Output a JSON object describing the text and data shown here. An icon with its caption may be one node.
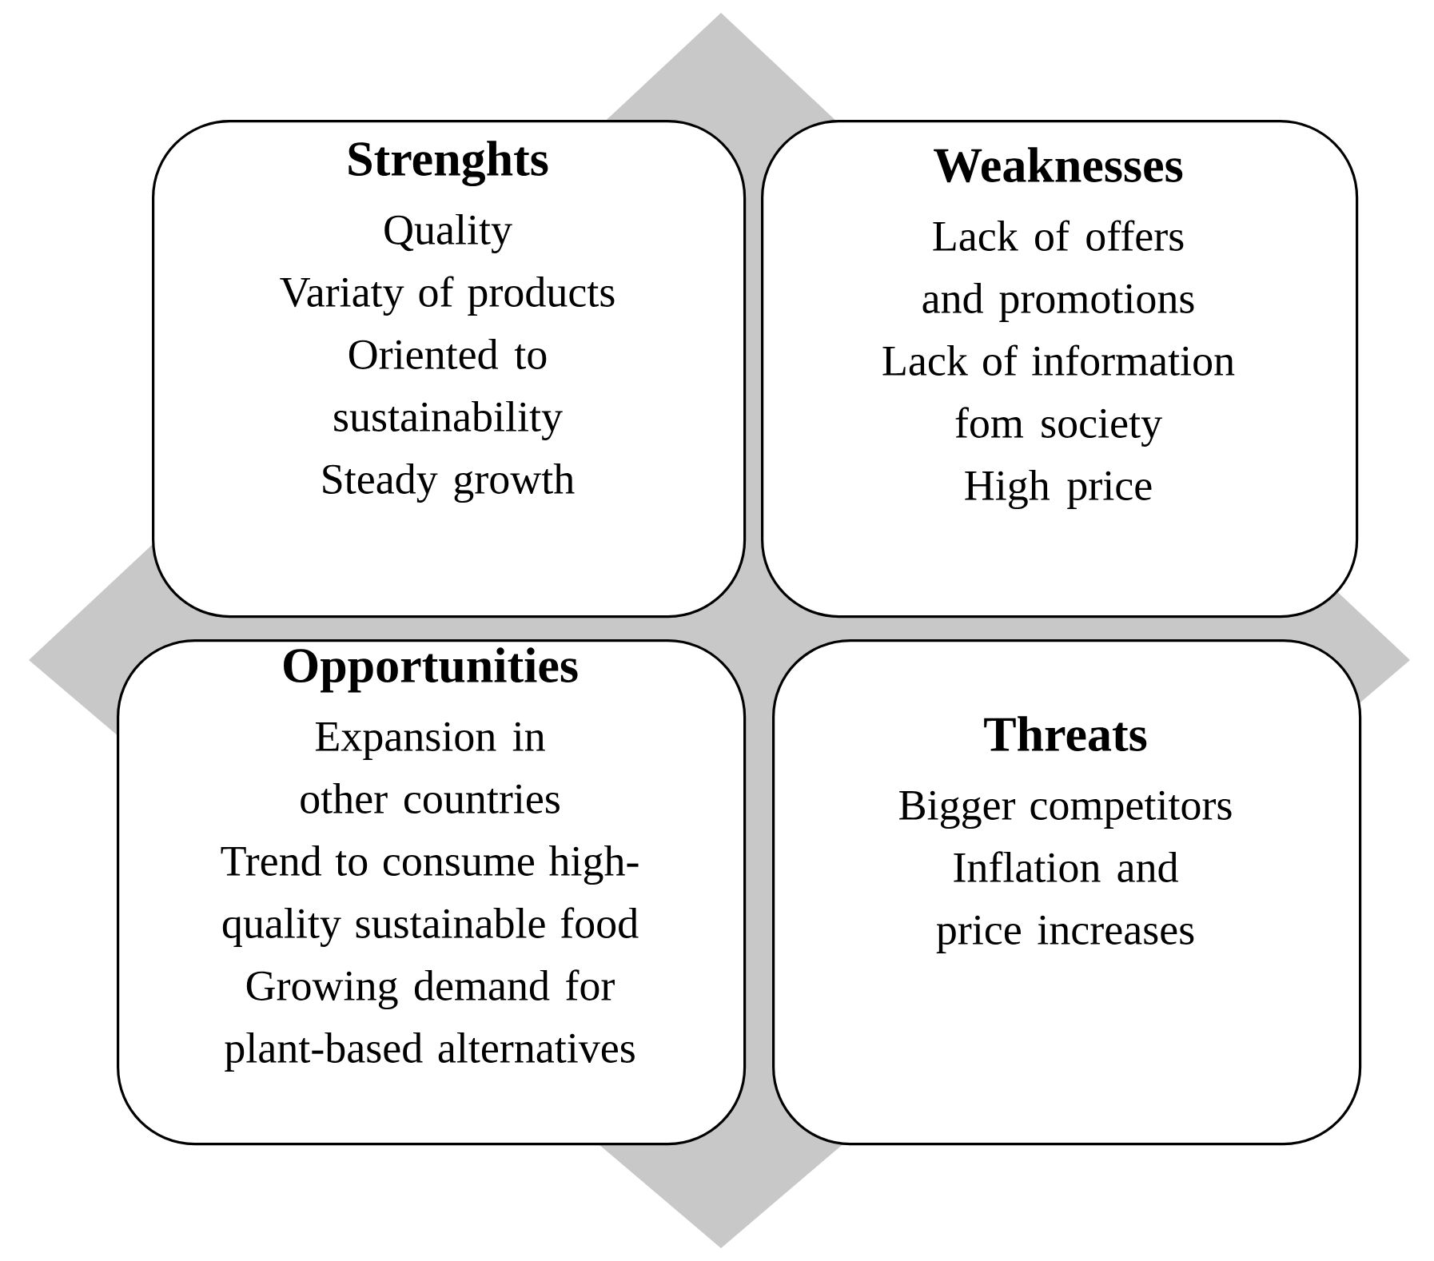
{
  "diagram": {
    "nodes": [
      {
        "text": [
          "Strenghts",
          "Quality",
          "Variaty of products",
          "Oriented to sustainability",
          "Steady growth"
        ]
      },
      {
        "text": [
          "Weaknesses",
          "Lack of offers and promotions",
          "Lack of information fom society",
          "High price"
        ]
      },
      {
        "text": [
          "Opportunities",
          "Expansion in other countries",
          "Trend to consume high-quality sustainable food",
          "Growing demand for plant-based alternatives"
        ]
      },
      {
        "text": [
          "Threats",
          "Bigger competitors",
          "Inflation and price increases"
        ]
      }
    ]
  }
}
